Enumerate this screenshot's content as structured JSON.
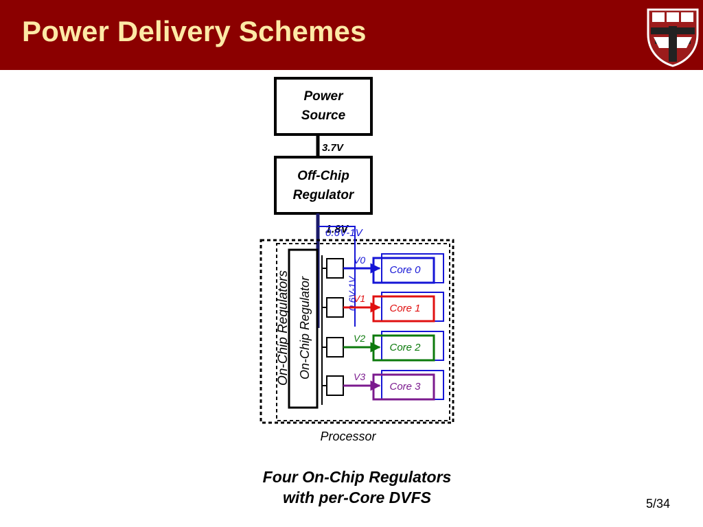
{
  "slide": {
    "title": "Power Delivery Schemes",
    "page_number": "5/34"
  },
  "diagram": {
    "power_source": {
      "line1": "Power",
      "line2": "Source"
    },
    "source_voltage": "3.7V",
    "off_chip_regulator": {
      "line1": "Off-Chip",
      "line2": "Regulator"
    },
    "chip_voltage": "1.8V",
    "range_voltage": "0.6V-1V",
    "side_range_voltage": "0.6V-1V",
    "on_chip_regulators_label": "On-Chip Regulators",
    "on_chip_regulator_label": "On-Chip Regulator",
    "processor_label": "Processor",
    "cores": [
      {
        "label": "Core 0",
        "voltage": "V0",
        "color": "#1515d6"
      },
      {
        "label": "Core 1",
        "voltage": "V1",
        "color": "#e01010"
      },
      {
        "label": "Core 2",
        "voltage": "V2",
        "color": "#0c7a0c"
      },
      {
        "label": "Core 3",
        "voltage": "V3",
        "color": "#7b1a8e"
      }
    ]
  },
  "captions": {
    "line1": "Four On-Chip Regulators",
    "line2": "with per-Core DVFS"
  },
  "colors": {
    "header_bg": "#8b0000",
    "title_color": "#fde9a6",
    "blue": "#1515d6"
  }
}
